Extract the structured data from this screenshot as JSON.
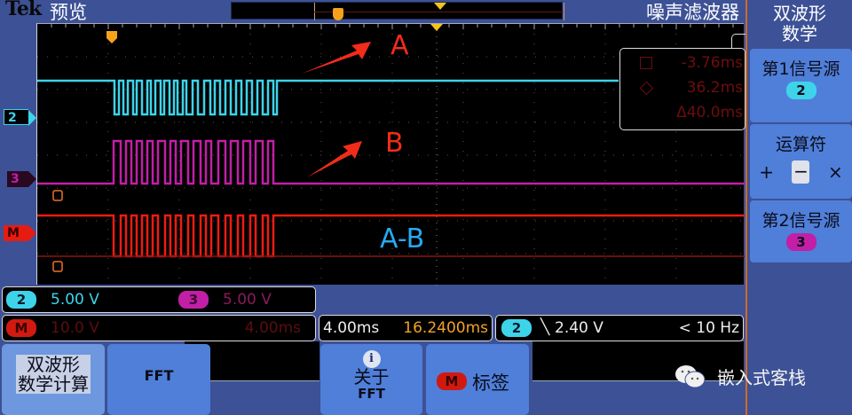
{
  "header": {
    "brand": "Tek",
    "mode": "预览",
    "title_right": "噪声滤波器"
  },
  "side_menu": {
    "title_line1": "双波形",
    "title_line2": "数学",
    "source1": {
      "label": "第1信号源",
      "value": "2",
      "color": "#3dd4ea"
    },
    "operator": {
      "label": "运算符",
      "options": [
        "+",
        "−",
        "×"
      ],
      "selected": "−"
    },
    "source2": {
      "label": "第2信号源",
      "value": "3",
      "color": "#c21fa6"
    }
  },
  "channels": {
    "ch2_marker": "2",
    "ch3_marker": "3",
    "math_marker": "M",
    "colors": {
      "ch2": "#3dd4ea",
      "ch3": "#c21fa6",
      "math": "#e61c12"
    }
  },
  "annotations": {
    "a": "A",
    "b": "B",
    "ab": "A-B"
  },
  "cursor_readout": {
    "rows": [
      {
        "icon": "square-cursor-icon",
        "value": "-3.76ms"
      },
      {
        "icon": "diamond-cursor-icon",
        "value": "36.2ms"
      },
      {
        "icon": "delta-icon",
        "value": "Δ40.0ms"
      }
    ]
  },
  "status": {
    "ch2": {
      "tag": "2",
      "scale": "5.00 V"
    },
    "ch3": {
      "tag": "3",
      "scale": "5.00 V"
    },
    "math": {
      "tag": "M",
      "scale": "10.0 V",
      "time": "4.00ms"
    },
    "timebase": {
      "scale": "4.00ms",
      "position": "16.2400ms"
    },
    "trigger": {
      "source": "2",
      "slope": "falling",
      "level": "2.40 V",
      "freq": "< 10 Hz"
    }
  },
  "bottom_menu": {
    "buttons": [
      {
        "label_line1": "双波形",
        "label_line2": "数学计算",
        "selected": true
      },
      {
        "label_line1": "FFT",
        "label_line2": ""
      },
      {
        "icon": "i",
        "label_line1": "关于",
        "label_line2": "FFT"
      },
      {
        "tag": "M",
        "label_line1": "标签"
      }
    ]
  },
  "watermark": "嵌入式客栈"
}
